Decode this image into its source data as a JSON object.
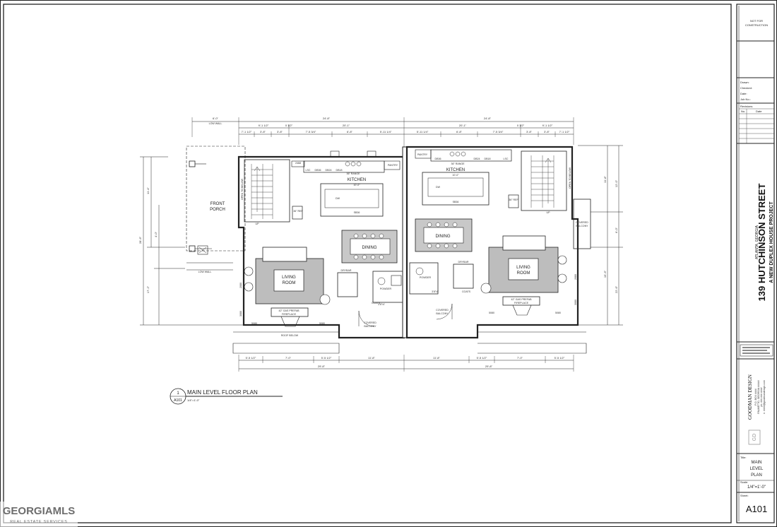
{
  "title_block": {
    "not_for_construction": [
      "NOT FOR",
      "CONSTRUCTION"
    ],
    "info_labels": [
      "Drawn:",
      "Checked:",
      "Date:",
      "Job No.:"
    ],
    "revisions": {
      "heading": "Revisions",
      "columns": [
        "No.",
        "Date"
      ]
    },
    "project": {
      "address": "139 HUTCHINSON STREET",
      "description": "A NEW DUPLEX HOUSE PROJECT",
      "location": "ATLANTA, GEORGIA"
    },
    "designer": {
      "name": "GOODMAN DESIGN",
      "lines": [
        "P.O. BOX ####",
        "PALMETTO, GEORGIA #####",
        "ph. ###.###.####",
        "e. ####@goodmandesign.com"
      ],
      "logo_letters": "GD"
    },
    "sheet_title": {
      "label": "Title:",
      "lines": [
        "MAIN",
        "LEVEL",
        "PLAN"
      ]
    },
    "scale": {
      "label": "Scale:",
      "value": "1/4\"=1'-0\""
    },
    "sheet_number": {
      "label": "Sheet:",
      "value": "A101"
    }
  },
  "drawing_caption": {
    "number": "1",
    "sheet_ref": "A101",
    "title": "MAIN LEVEL FLOOR PLAN",
    "scale": "1/4\"=1'-0\""
  },
  "watermark": {
    "brand": "GEORGIAMLS",
    "sub": "REAL ESTATE SERVICES"
  },
  "rooms": {
    "kitchen": "KITCHEN",
    "kitchen_dim": "10'-0\"",
    "dining": "DINING",
    "living": [
      "LIVING",
      "ROOM"
    ],
    "powder": "POWDER",
    "pantry": "PANTRY",
    "front_porch": [
      "FRONT",
      "PORCH"
    ],
    "covered_balcony": [
      "COVERED",
      "BALCONY"
    ],
    "fireplace": [
      "42\" GAS PREFAB",
      "FIREPLACE"
    ],
    "roof_below": "ROOF BELOW",
    "low_wall": "LOW WALL",
    "open_to_below": "OPEN TO BELOW",
    "up": "UP",
    "dw": "DW",
    "range": "36\" RANGE",
    "ref": "36\" REF",
    "drybar": "DRYBAR",
    "coats": "COATS",
    "stair_dims": "3'8\"/4'",
    "window_5080": "5080",
    "window_2080": "2080",
    "window_3080": "3080",
    "window_2468": "2468",
    "cab_db36": "DB36",
    "cab_db24": "DB24",
    "cab_db18": "DB18",
    "cab_sb36": "SB36",
    "cab_lsc": "LSC"
  },
  "dimensions": {
    "top_overall_left": "24'-8\"",
    "top_overall_right": "24'-8\"",
    "top_row_left": [
      "6'-0\"",
      "9'-1 1/2\"",
      "0 1/2\"",
      "20'-1\""
    ],
    "top_row_right": [
      "20'-1\"",
      "0 1/2\"",
      "9'-1 1/2\""
    ],
    "top_detail_left": [
      "7'-1 1/2\"",
      "3'-8\"",
      "3'-8\"",
      "7'-5 3/4\"",
      "6'-8\"",
      "5'-11 1/4\""
    ],
    "top_detail_right": [
      "5'-11 1/4\"",
      "6'-8\"",
      "7'-5 3/4\"",
      "3'-8\"",
      "3'-8\"",
      "7'-1 1/2\""
    ],
    "bottom_detail_left": [
      "5'-5 1/2\"",
      "7'-0\"",
      "5'-5 1/2\"",
      "11'-8\""
    ],
    "bottom_detail_right": [
      "11'-8\"",
      "5'-5 1/2\"",
      "7'-0\"",
      "5'-5 1/2\""
    ],
    "bottom_overall_left": "29'-8\"",
    "bottom_overall_right": "29'-8\"",
    "left_side": [
      "11'-4\"",
      "28'-6\"",
      "4'-0\"",
      "17'-2\""
    ],
    "right_side": [
      "11'-8\"",
      "6'-0\"",
      "15'-6\"",
      "12'-0\"",
      "22'-6\""
    ]
  }
}
